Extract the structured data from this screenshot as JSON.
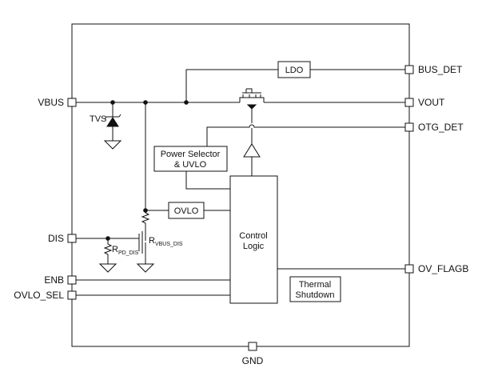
{
  "pins": {
    "vbus": "VBUS",
    "dis": "DIS",
    "enb": "ENB",
    "ovlo_sel": "OVLO_SEL",
    "bus_det": "BUS_DET",
    "vout": "VOUT",
    "otg_det": "OTG_DET",
    "ov_flagb": "OV_FLAGB",
    "gnd": "GND"
  },
  "blocks": {
    "ldo": "LDO",
    "power_selector_line1": "Power Selector",
    "power_selector_line2": "& UVLO",
    "ovlo": "OVLO",
    "control_line1": "Control",
    "control_line2": "Logic",
    "thermal_line1": "Thermal",
    "thermal_line2": "Shutdown"
  },
  "components": {
    "tvs": "TVS",
    "r_pd_main": "R",
    "r_pd_sub": "PD_DIS",
    "r_vbus_main": "R",
    "r_vbus_sub": "VBUS_DIS"
  },
  "colors": {
    "line": "#111111",
    "background": "#ffffff"
  }
}
